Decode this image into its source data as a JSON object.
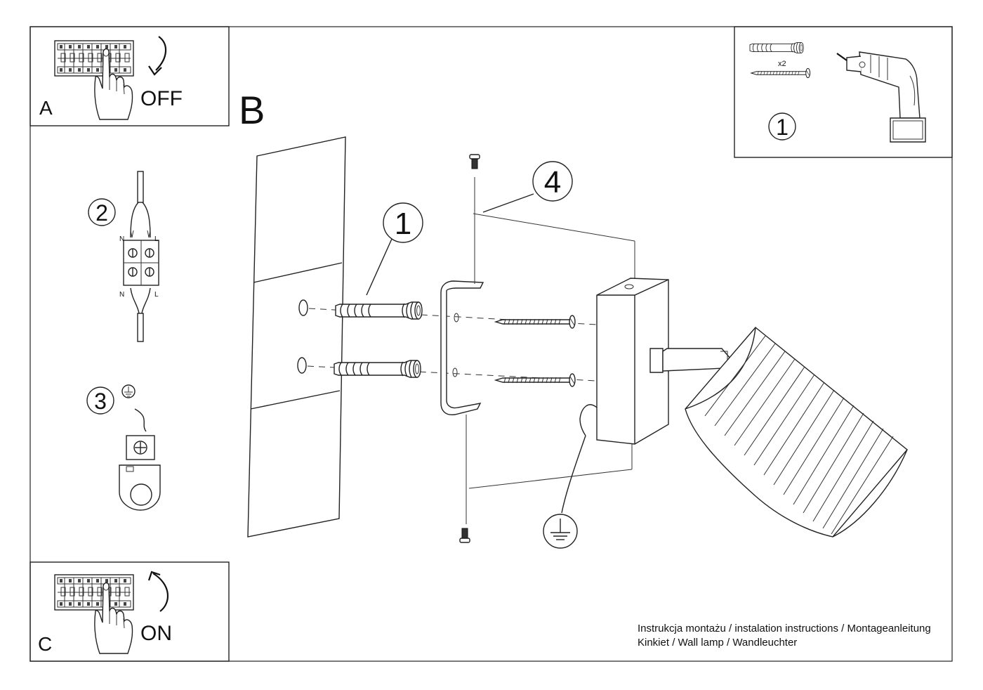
{
  "panels": {
    "a": {
      "letter": "A",
      "caption": "OFF"
    },
    "b": {
      "letter": "B"
    },
    "c": {
      "letter": "C",
      "caption": "ON"
    }
  },
  "callouts": {
    "tools_step": "1",
    "anchor_step": "1",
    "bracket_step": "4",
    "wiring_step": "2",
    "earth_step": "3"
  },
  "hardware": {
    "quantity": "x2"
  },
  "terminals": {
    "neutral": "N",
    "live": "L"
  },
  "footer": {
    "line1": "Instrukcja montażu / instalation instructions / Montageanleitung",
    "line2": "Kinkiet / Wall lamp / Wandleuchter"
  },
  "icons": [
    "breaker-panel-icon",
    "hand-icon",
    "curved-arrow-icon",
    "drill-icon",
    "wall-plug-icon",
    "screw-icon",
    "terminal-block-icon",
    "earth-symbol-icon",
    "earth-terminal-icon"
  ]
}
